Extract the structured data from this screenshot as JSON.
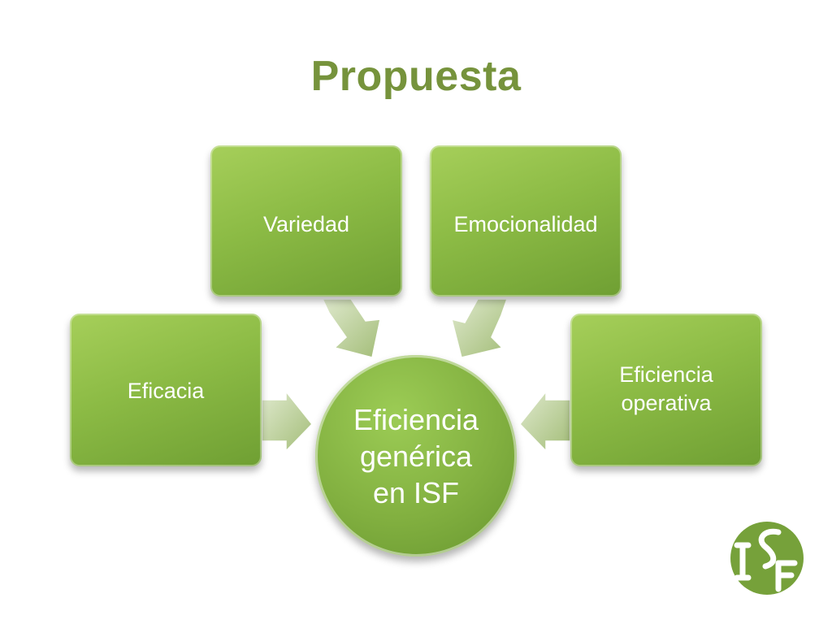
{
  "slide": {
    "title": "Propuesta"
  },
  "diagram": {
    "center": "Eficiencia genérica en ISF",
    "nodes": {
      "variedad": "Variedad",
      "emocionalidad": "Emocionalidad",
      "eficacia": "Eficacia",
      "eficiencia_operativa": "Eficiencia operativa"
    }
  },
  "logo": {
    "icon": "isf-logo-icon",
    "text": "ISF"
  },
  "colors": {
    "title": "#76933c",
    "box_green": "#8cbb45",
    "arrow_green": "#b9cf95"
  }
}
